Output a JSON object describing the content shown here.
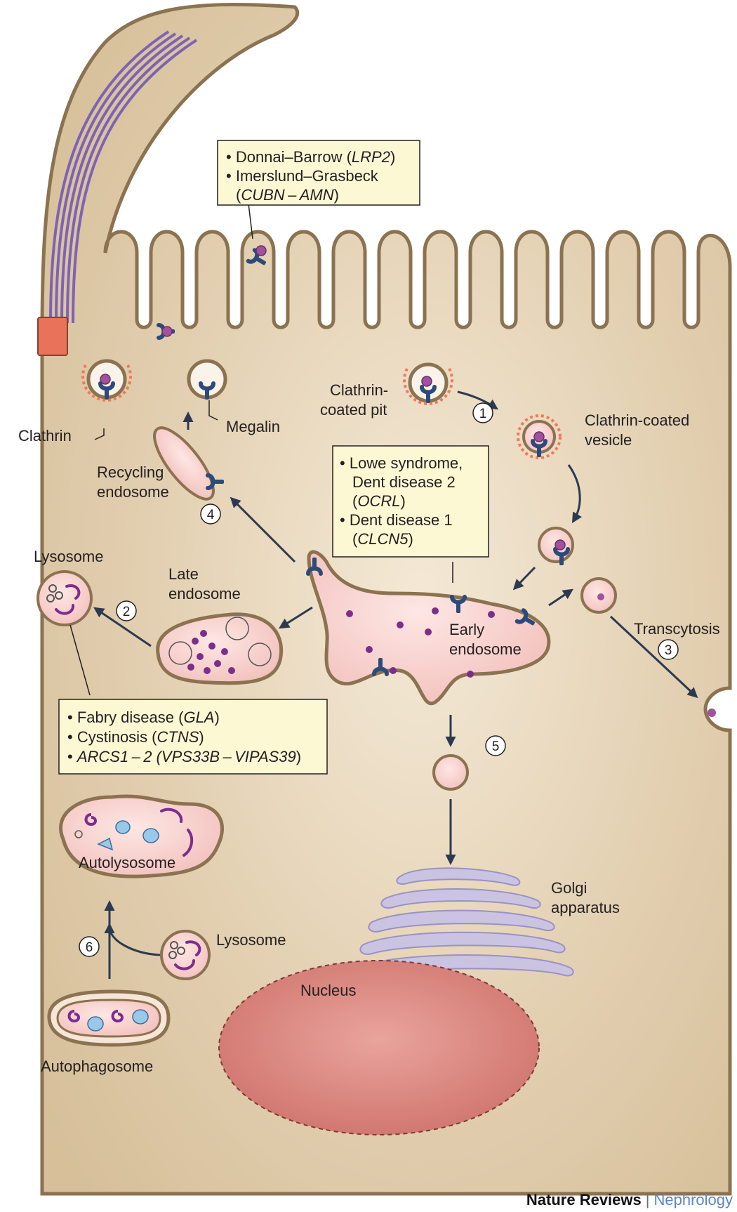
{
  "disease_boxes": {
    "apical": {
      "lines": [
        {
          "bullet": true,
          "text": "Donnai–Barrow (",
          "italic": "LRP2",
          "tail": ")"
        },
        {
          "bullet": true,
          "text": "Imerslund–Grasbeck",
          "italic": "",
          "tail": ""
        },
        {
          "bullet": false,
          "text": "(",
          "italic": "CUBN – AMN",
          "tail": ")"
        }
      ]
    },
    "early_endosome": {
      "lines": [
        {
          "bullet": true,
          "text": "Lowe syndrome,",
          "italic": "",
          "tail": ""
        },
        {
          "bullet": false,
          "text": "Dent disease 2",
          "italic": "",
          "tail": ""
        },
        {
          "bullet": false,
          "text": "(",
          "italic": "OCRL",
          "tail": ")"
        },
        {
          "bullet": true,
          "text": "Dent disease 1",
          "italic": "",
          "tail": ""
        },
        {
          "bullet": false,
          "text": "(",
          "italic": "CLCN5",
          "tail": ")"
        }
      ]
    },
    "lysosome": {
      "lines": [
        {
          "bullet": true,
          "text": "Fabry disease (",
          "italic": "GLA",
          "tail": ")"
        },
        {
          "bullet": true,
          "text": "Cystinosis (",
          "italic": "CTNS",
          "tail": ")"
        },
        {
          "bullet": true,
          "text": "",
          "italic": "ARCS1 – 2 (VPS33B – VIPAS39",
          "tail": ")"
        }
      ]
    }
  },
  "labels": {
    "clathrin": "Clathrin",
    "megalin": "Megalin",
    "clathrin_coated_pit": [
      "Clathrin-",
      "coated pit"
    ],
    "clathrin_coated_vesicle": [
      "Clathrin-coated",
      "vesicle"
    ],
    "recycling_endosome": [
      "Recycling",
      "endosome"
    ],
    "lysosome_top": "Lysosome",
    "late_endosome": [
      "Late",
      "endosome"
    ],
    "early_endosome": [
      "Early",
      "endosome"
    ],
    "transcytosis": "Transcytosis",
    "autolysosome": "Autolysosome",
    "golgi": [
      "Golgi",
      "apparatus"
    ],
    "lysosome_bottom": "Lysosome",
    "nucleus": "Nucleus",
    "autophagosome": "Autophagosome"
  },
  "steps": [
    "1",
    "2",
    "3",
    "4",
    "5",
    "6"
  ],
  "credit": {
    "journal": "Nature Reviews",
    "separator": "|",
    "section": "Nephrology"
  },
  "colors": {
    "cytoplasm": "#d8c2a0",
    "membrane": "#8b7250",
    "vesicle": "#f6cccb",
    "receptor": "#2c4a7a",
    "ligand": "#a0529c",
    "clathrin": "#ef7b58",
    "callout": "#fdf8d4",
    "golgi": "#c9c3e0",
    "nucleus": "#d9837d"
  }
}
